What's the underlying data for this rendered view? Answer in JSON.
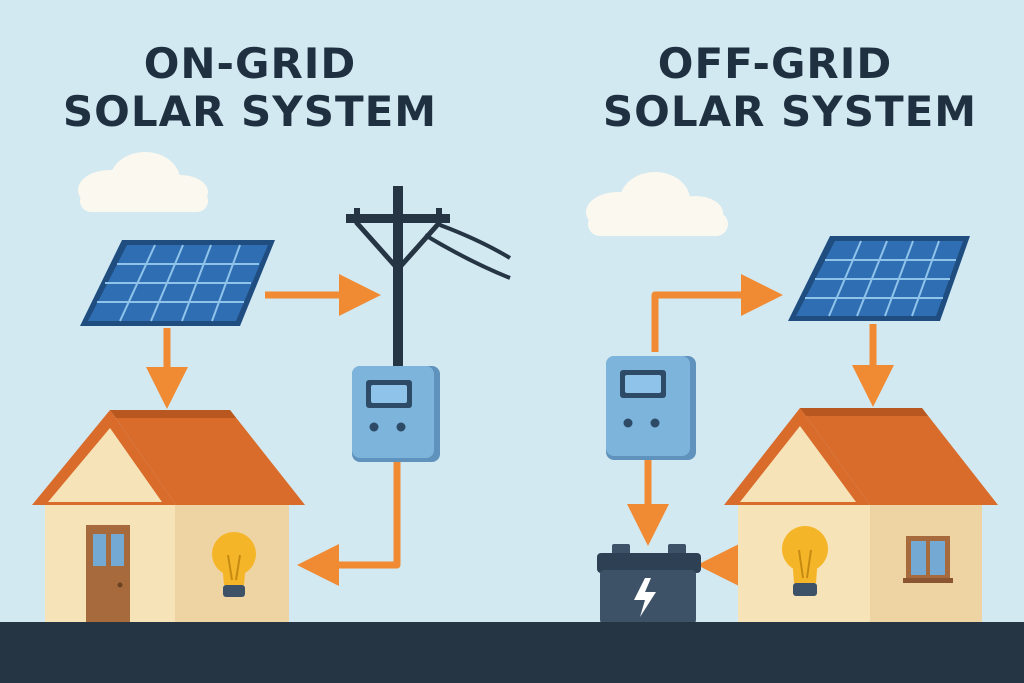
{
  "on_grid": {
    "title_line1": "ON-GRID",
    "title_line2": "SOLAR SYSTEM"
  },
  "off_grid": {
    "title_line1": "OFF-GRID",
    "title_line2": "SOLAR SYSTEM"
  },
  "colors": {
    "sky": "#d3e9f2",
    "ground": "#263543",
    "arrow": "#f08a33",
    "roof": "#d96b2b",
    "wall": "#f7e3b8",
    "panel": "#2f6eb3",
    "device": "#74a9d4",
    "battery": "#3d5266",
    "bulb": "#f5b528"
  },
  "icons": [
    "cloud-icon",
    "solar-panel-icon",
    "utility-pole-icon",
    "inverter-icon",
    "house-icon",
    "light-bulb-icon",
    "battery-icon",
    "lightning-bolt-icon",
    "arrow-icon"
  ]
}
